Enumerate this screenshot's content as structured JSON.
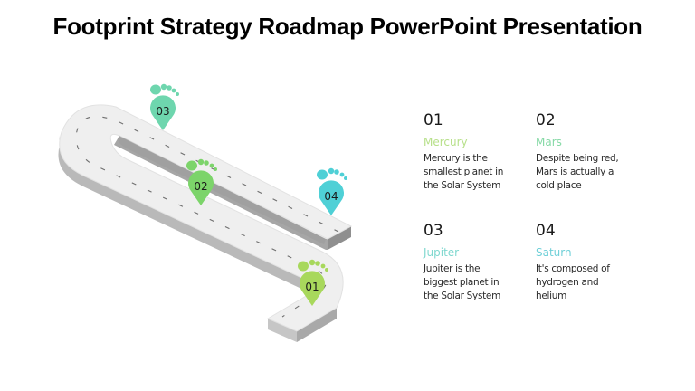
{
  "title": "Footprint Strategy Roadmap PowerPoint Presentation",
  "colors": {
    "m01": "#a8d85c",
    "m02": "#7cd46a",
    "m03": "#6ed6ae",
    "m04": "#4fd0d6",
    "road_top": "#efefef",
    "road_side": "#c4c4c4",
    "road_side_dark": "#a9a9a9"
  },
  "markers": [
    {
      "id": "01",
      "label": "01"
    },
    {
      "id": "02",
      "label": "02"
    },
    {
      "id": "03",
      "label": "03"
    },
    {
      "id": "04",
      "label": "04"
    }
  ],
  "items": [
    {
      "number": "01",
      "name": "Mercury",
      "name_color": "#b7e08a",
      "description_lines": [
        "Mercury is the",
        "smallest planet in",
        "the Solar System"
      ]
    },
    {
      "number": "02",
      "name": "Mars",
      "name_color": "#86d9a6",
      "description_lines": [
        "Despite being red,",
        "Mars is actually a",
        "cold place"
      ]
    },
    {
      "number": "03",
      "name": "Jupiter",
      "name_color": "#7fd8cf",
      "description_lines": [
        "Jupiter is the",
        "biggest planet in",
        "the Solar System"
      ]
    },
    {
      "number": "04",
      "name": "Saturn",
      "name_color": "#6fd0d8",
      "description_lines": [
        "It's composed of",
        "hydrogen and",
        "helium"
      ]
    }
  ]
}
